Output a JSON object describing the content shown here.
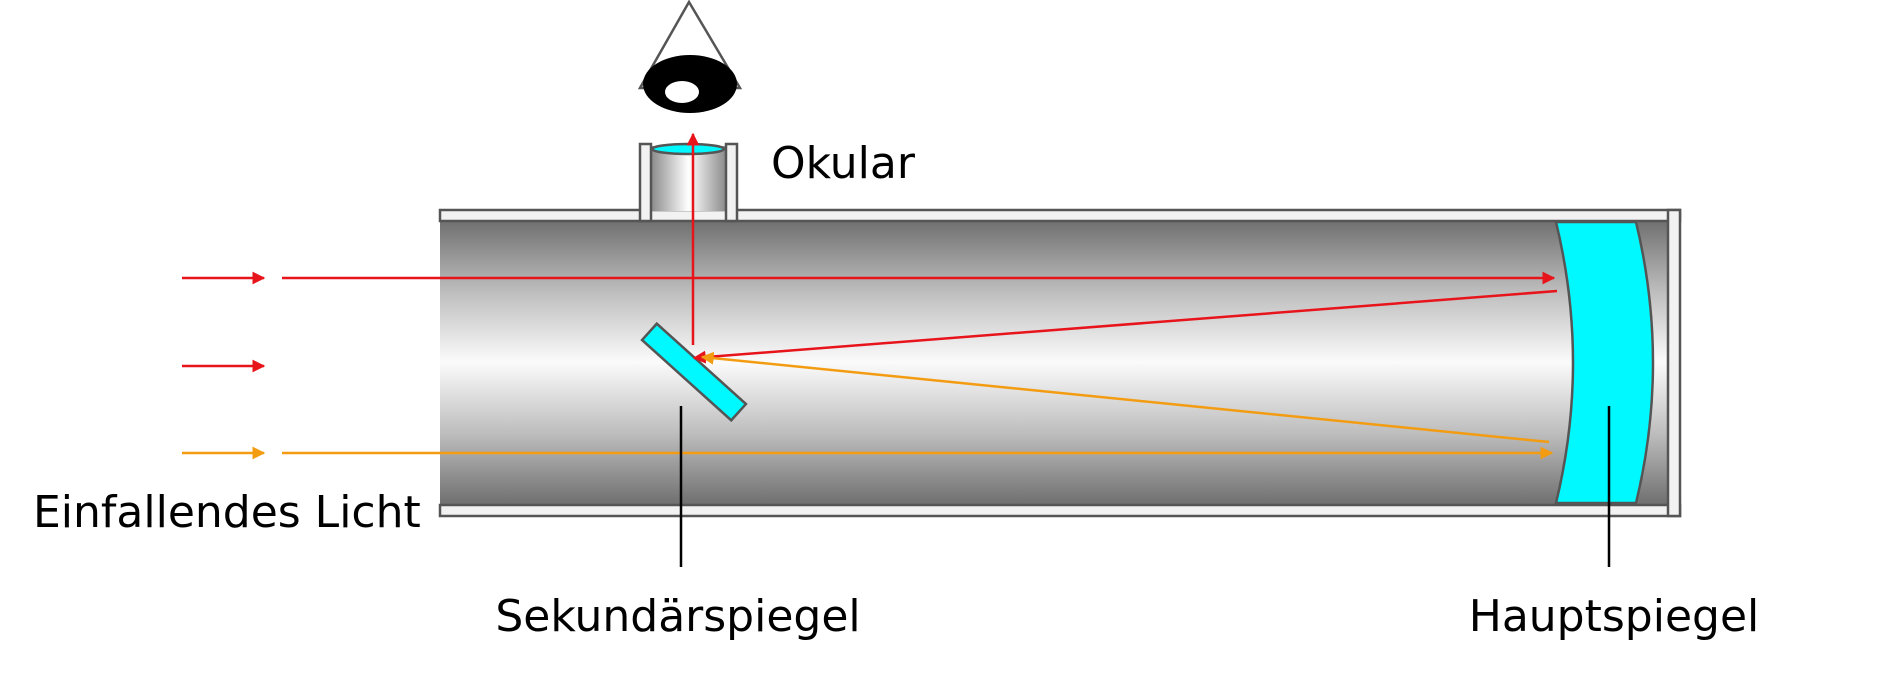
{
  "labels": {
    "eyepiece": "Okular",
    "incoming_light": "Einfallendes Licht",
    "secondary_mirror": "Sekundärspiegel",
    "primary_mirror": "Hauptspiegel"
  },
  "colors": {
    "ray_red": "#e8141b",
    "ray_orange": "#f39c12",
    "mirror_cyan": "#00f8ff",
    "outline": "#555555",
    "eye": "#000000"
  }
}
